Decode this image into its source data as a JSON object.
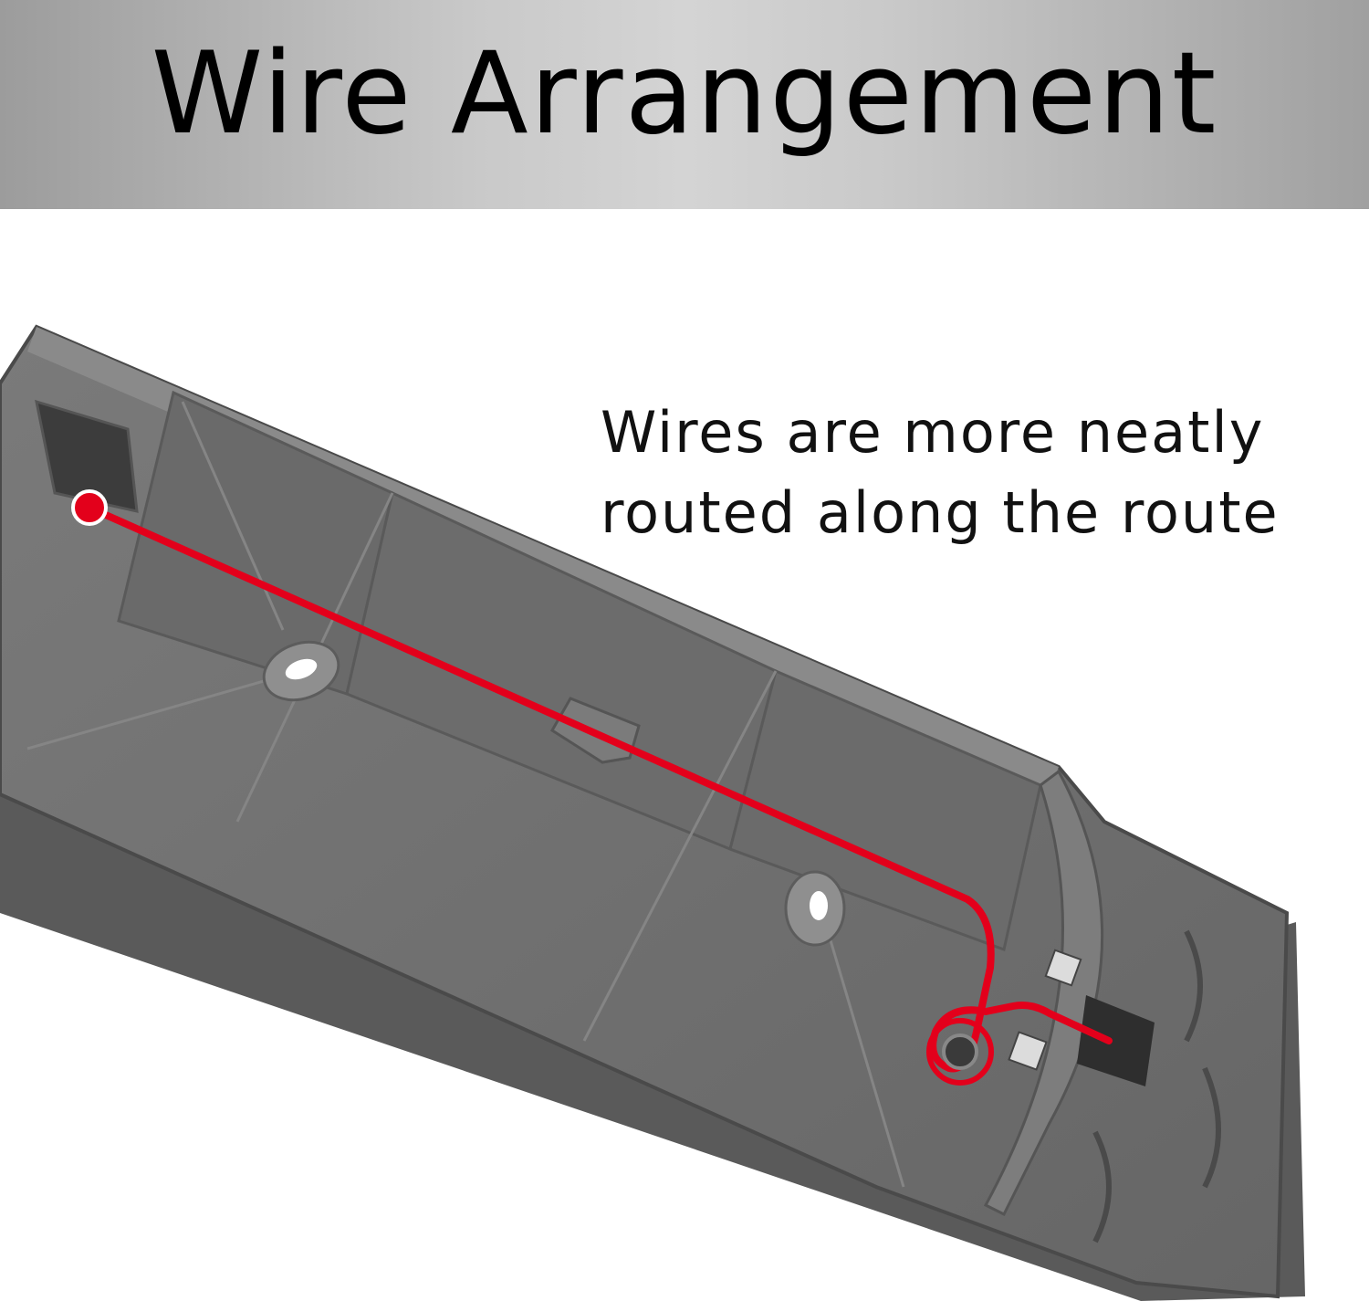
{
  "header": {
    "title": "Wire Arrangement"
  },
  "caption": {
    "line1": "Wires are more neatly",
    "line2": "routed along the route"
  },
  "colors": {
    "header_band": "#bdbdbd",
    "housing": "#6f6f6f",
    "wire": "#e3001b"
  },
  "icons": {
    "wire_start": "red-dot-icon"
  }
}
